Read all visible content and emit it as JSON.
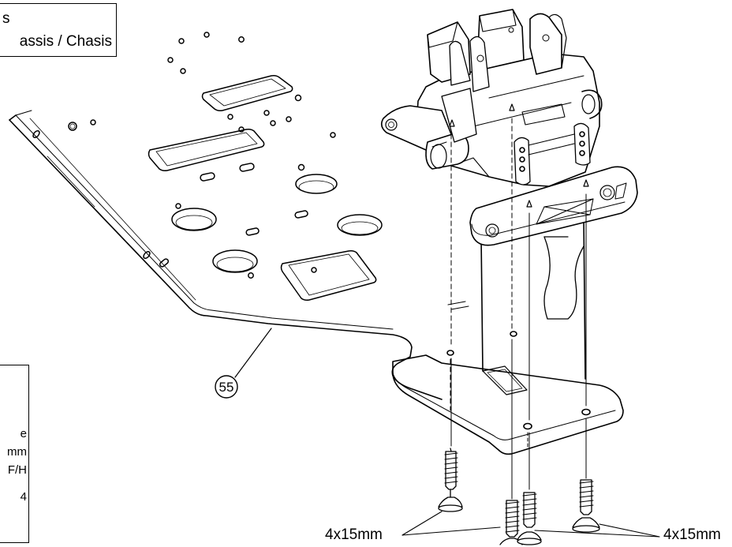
{
  "title": {
    "line1": "s",
    "line2": "assis / Chasis"
  },
  "notes": {
    "line1": "e",
    "line2": "mm",
    "line3": "F/H",
    "line4": "4"
  },
  "part_number": "55",
  "screws": {
    "left_label": "4x15mm",
    "right_label": "4x15mm"
  }
}
